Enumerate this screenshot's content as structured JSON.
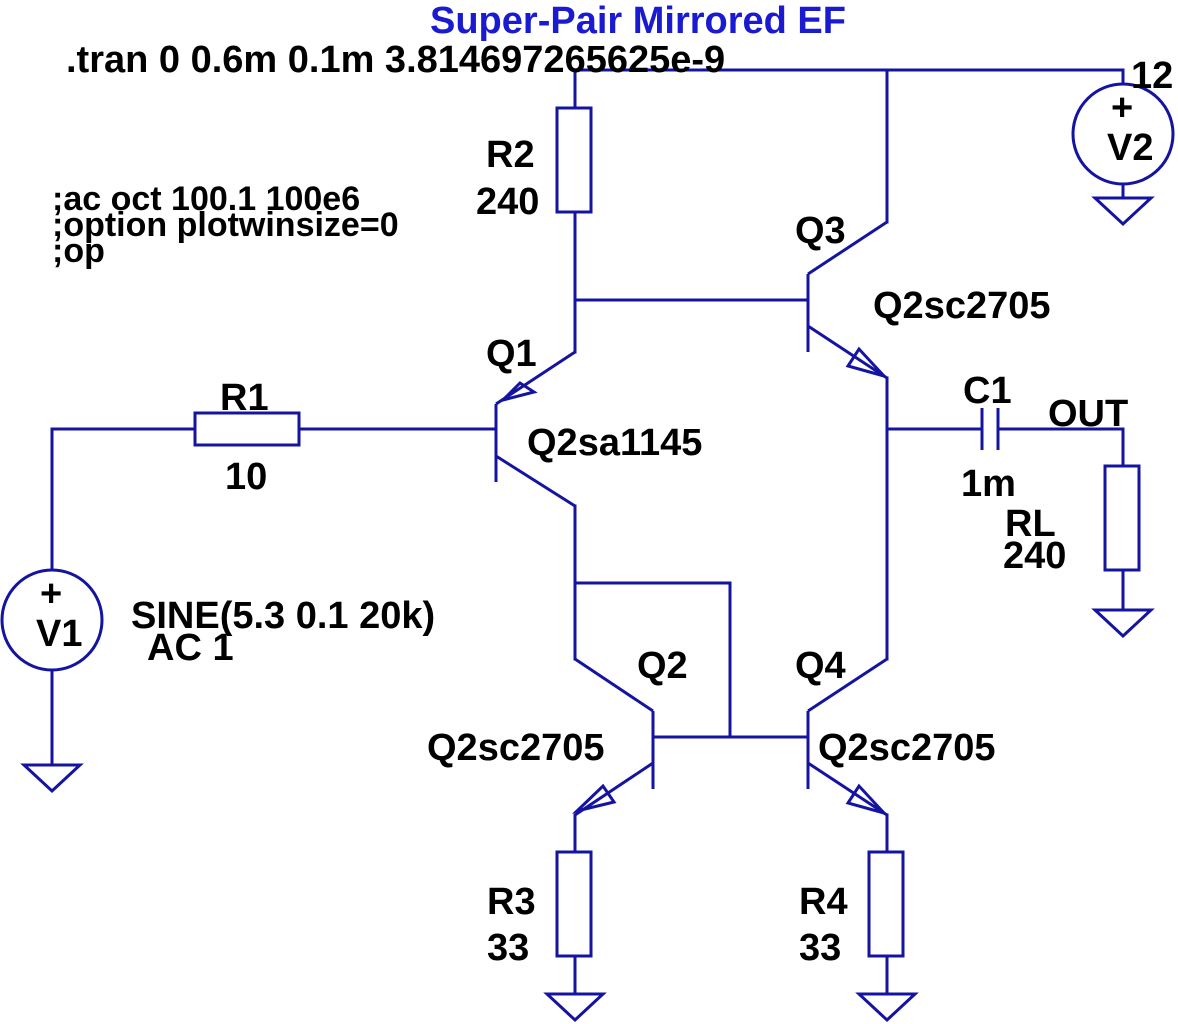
{
  "title": "Super-Pair Mirrored EF",
  "directives": {
    "tran": ".tran 0 0.6m 0.1m 3.814697265625e-9",
    "ac": ";ac oct 100.1 100e6",
    "option": ";option plotwinsize=0",
    "op": ";op"
  },
  "components": {
    "R1": {
      "name": "R1",
      "value": "10"
    },
    "R2": {
      "name": "R2",
      "value": "240"
    },
    "R3": {
      "name": "R3",
      "value": "33"
    },
    "R4": {
      "name": "R4",
      "value": "33"
    },
    "RL": {
      "name": "RL",
      "value": "240"
    },
    "C1": {
      "name": "C1",
      "value": "1m"
    },
    "Q1": {
      "name": "Q1",
      "model": "Q2sa1145"
    },
    "Q2": {
      "name": "Q2",
      "model": "Q2sc2705"
    },
    "Q3": {
      "name": "Q3",
      "model": "Q2sc2705"
    },
    "Q4": {
      "name": "Q4",
      "model": "Q2sc2705"
    },
    "V1": {
      "name": "V1",
      "plus": "+",
      "value": "SINE(5.3 0.1 20k)",
      "ac": "AC 1"
    },
    "V2": {
      "name": "V2",
      "plus": "+",
      "value": "12"
    }
  },
  "net_labels": {
    "out": "OUT"
  },
  "colors": {
    "wire": "#1414a0",
    "title": "#1a1ad0",
    "text": "#000000"
  }
}
